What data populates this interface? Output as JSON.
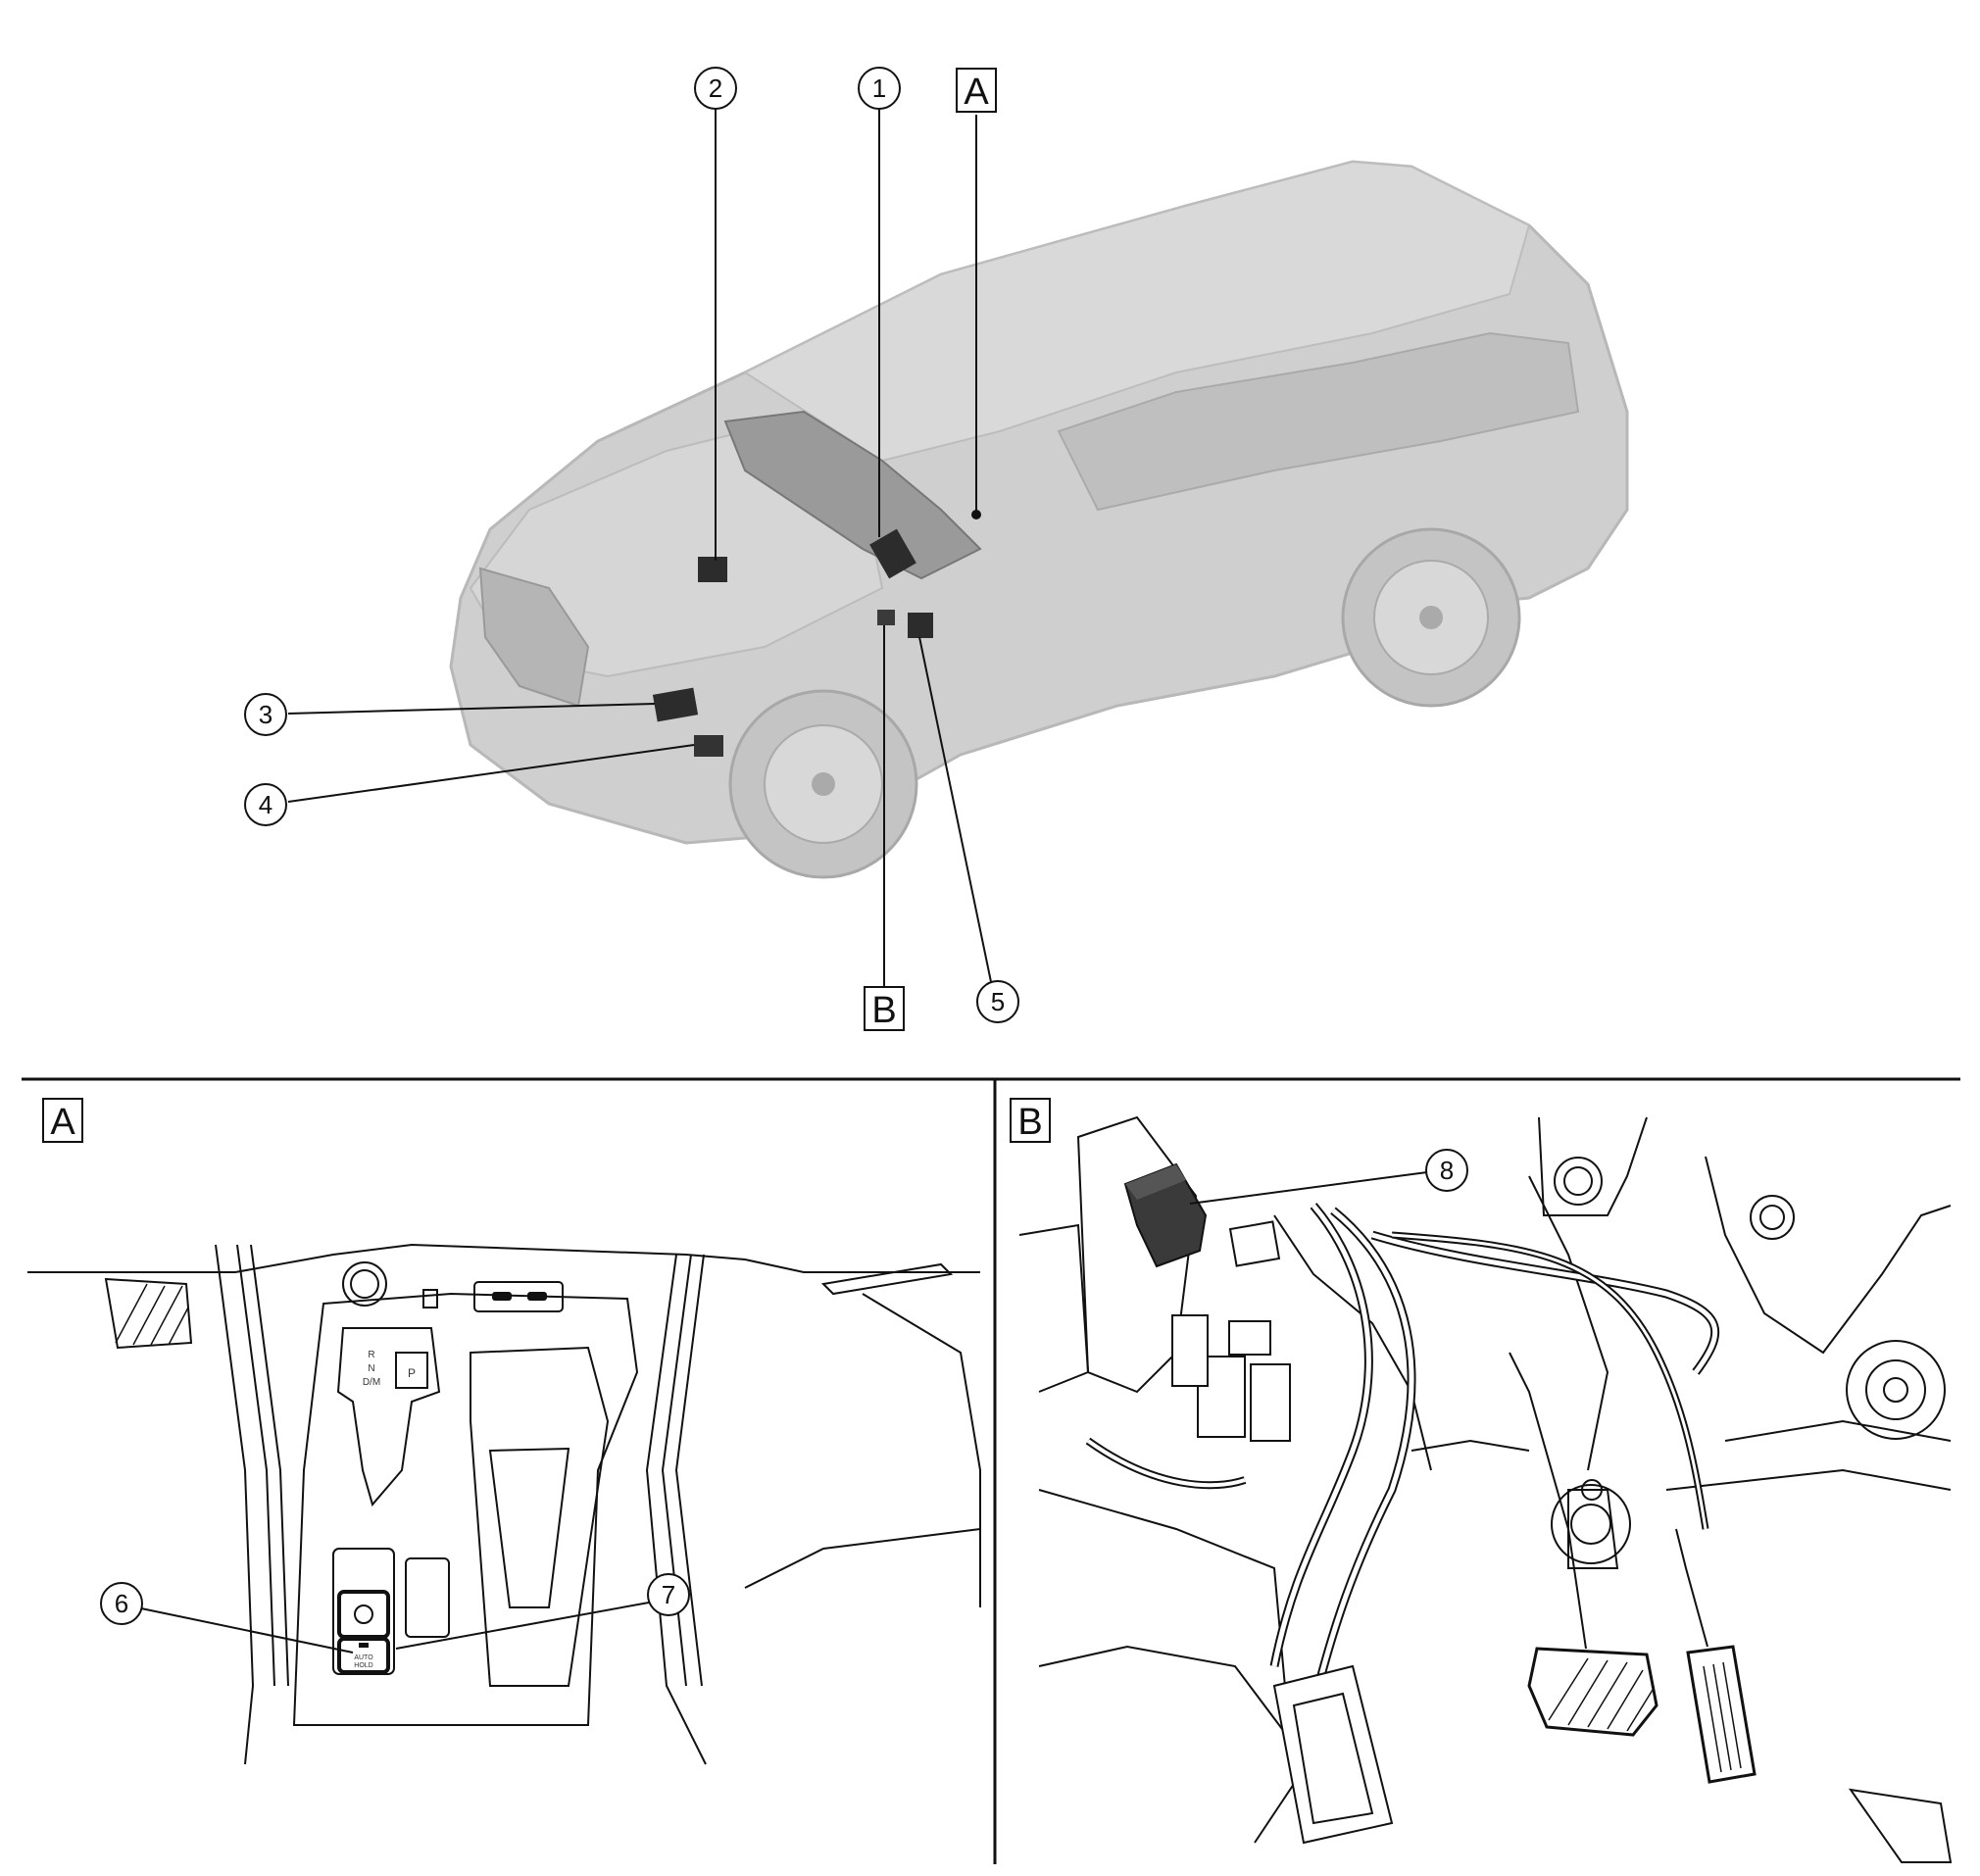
{
  "overview": {
    "callouts": [
      {
        "id": "1",
        "label": "1"
      },
      {
        "id": "2",
        "label": "2"
      },
      {
        "id": "3",
        "label": "3"
      },
      {
        "id": "4",
        "label": "4"
      },
      {
        "id": "5",
        "label": "5"
      }
    ],
    "view_refs": [
      {
        "id": "A",
        "label": "A"
      },
      {
        "id": "B",
        "label": "B"
      }
    ]
  },
  "detail_a": {
    "panel_label": "A",
    "callouts": [
      {
        "label": "6"
      },
      {
        "label": "7"
      }
    ],
    "shifter": {
      "r": "R",
      "n": "N",
      "dm": "D/M",
      "p": "P"
    },
    "switch_text_1": "AUTO",
    "switch_text_2": "HOLD"
  },
  "detail_b": {
    "panel_label": "B",
    "callouts": [
      {
        "label": "8"
      }
    ]
  }
}
